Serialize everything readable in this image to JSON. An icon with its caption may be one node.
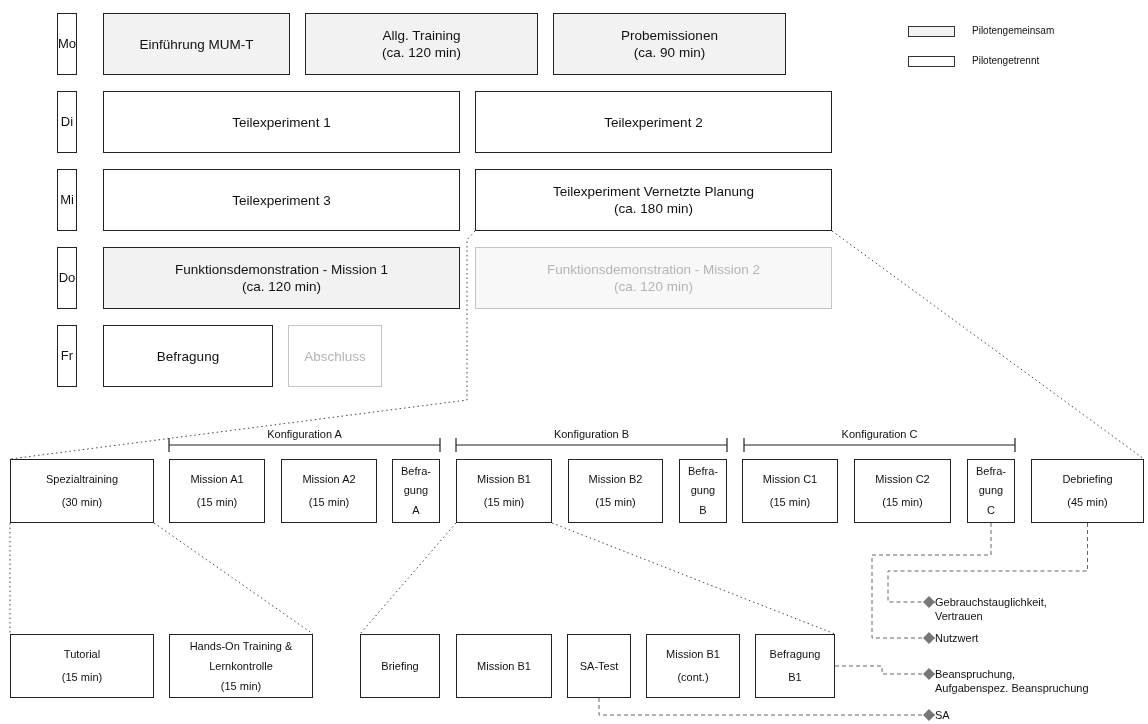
{
  "diagram": {
    "nodes": [
      {
        "text": [
          "Mo"
        ]
      },
      {
        "text": [
          "Einführung MUM-T"
        ]
      },
      {
        "text": [
          "Allg. Training",
          "(ca. 120 min)"
        ]
      },
      {
        "text": [
          "Probemissionen",
          "(ca. 90 min)"
        ]
      },
      {
        "text": [
          "Di"
        ]
      },
      {
        "text": [
          "Teilexperiment 1"
        ]
      },
      {
        "text": [
          "Teilexperiment 2"
        ]
      },
      {
        "text": [
          "Mi"
        ]
      },
      {
        "text": [
          "Teilexperiment 3"
        ]
      },
      {
        "text": [
          "Teilexperiment Vernetzte Planung",
          "(ca. 180 min)"
        ]
      },
      {
        "text": [
          "Do"
        ]
      },
      {
        "text": [
          "Funktionsdemonstration - Mission 1",
          "(ca. 120 min)"
        ]
      },
      {
        "text": [
          "Funktionsdemonstration - Mission 2",
          "(ca. 120 min)"
        ]
      },
      {
        "text": [
          "Fr"
        ]
      },
      {
        "text": [
          "Befragung"
        ]
      },
      {
        "text": [
          "Abschluss"
        ]
      },
      {
        "text": [
          "Spezialtraining",
          "(30 min)"
        ]
      },
      {
        "text": [
          "Mission A1",
          "(15 min)"
        ]
      },
      {
        "text": [
          "Mission A2",
          "(15 min)"
        ]
      },
      {
        "text": [
          "Befra- gung A"
        ]
      },
      {
        "text": [
          "Mission B1",
          "(15 min)"
        ]
      },
      {
        "text": [
          "Mission B2",
          "(15 min)"
        ]
      },
      {
        "text": [
          "Befra- gung B"
        ]
      },
      {
        "text": [
          "Mission C1",
          "(15 min)"
        ]
      },
      {
        "text": [
          "Mission C2",
          "(15 min)"
        ]
      },
      {
        "text": [
          "Befra- gung C"
        ]
      },
      {
        "text": [
          "Debriefing",
          "(45 min)"
        ]
      },
      {
        "text": [
          "Tutorial",
          "(15 min)"
        ]
      },
      {
        "text": [
          "Hands-On Training & Lernkontrolle",
          "(15 min)"
        ]
      },
      {
        "text": [
          "Briefing"
        ]
      },
      {
        "text": [
          "Mission B1"
        ]
      },
      {
        "text": [
          "SA-Test"
        ]
      },
      {
        "text": [
          "Mission B1",
          "(cont.)"
        ]
      },
      {
        "text": [
          "Befragung",
          "B1"
        ]
      },
      {
        "text": [
          "Gebrauchstauglichkeit,",
          "Vertrauen"
        ]
      },
      {
        "text": [
          "Nutzwert"
        ]
      },
      {
        "text": [
          "Beanspruchung,",
          "Aufgabenspez. Beanspruchung"
        ]
      },
      {
        "text": [
          "SA"
        ]
      }
    ],
    "edges": [
      {
        "from": 9,
        "to": 16,
        "arrow": "none",
        "style": "dashed"
      },
      {
        "from": 9,
        "to": 26,
        "arrow": "none",
        "style": "dashed"
      },
      {
        "from": 16,
        "to": 27,
        "arrow": "none",
        "style": "dashed"
      },
      {
        "from": 16,
        "to": 28,
        "arrow": "none",
        "style": "dashed"
      },
      {
        "from": 20,
        "to": 29,
        "arrow": "none",
        "style": "dashed"
      },
      {
        "from": 20,
        "to": 33,
        "arrow": "none",
        "style": "dashed"
      },
      {
        "from": 26,
        "to": 34,
        "arrow": "other",
        "style": "dashed"
      },
      {
        "from": 25,
        "to": 35,
        "arrow": "other",
        "style": "dashed"
      },
      {
        "from": 33,
        "to": 36,
        "arrow": "other",
        "style": "dashed"
      },
      {
        "from": 31,
        "to": 37,
        "arrow": "other",
        "style": "dashed"
      }
    ],
    "labels": [
      "Konfiguration A",
      "Konfiguration B",
      "Konfiguration C"
    ],
    "legend": [
      {
        "text": "Pilotengemeinsam",
        "color": "#f2f2f2"
      },
      {
        "text": "Pilotengetrennt",
        "color": "#ffffff"
      }
    ]
  }
}
